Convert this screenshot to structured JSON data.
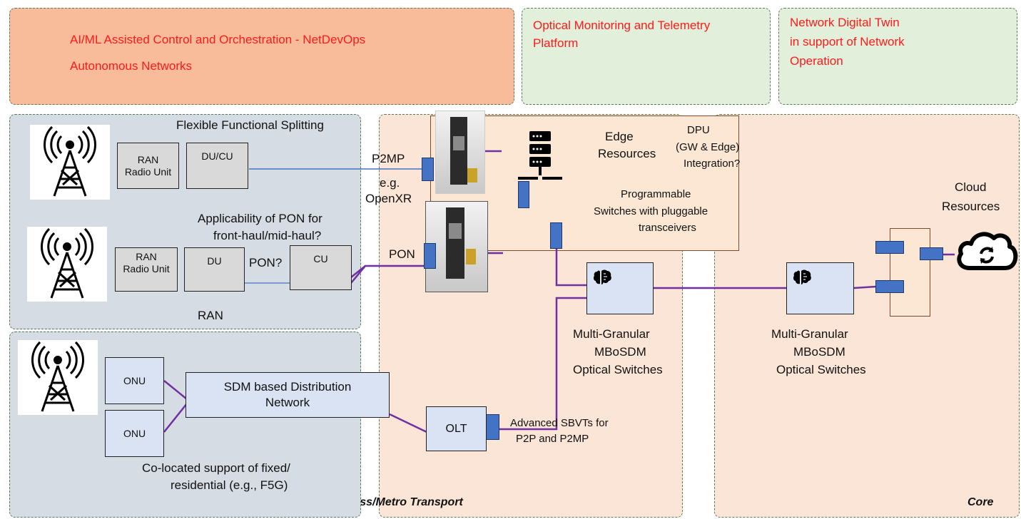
{
  "top": {
    "ai": {
      "line1": "AI/ML Assisted Control and Orchestration - NetDevOps",
      "line2": "Autonomous Networks"
    },
    "optical": {
      "line1": "Optical Monitoring and Telemetry",
      "line2": "Platform"
    },
    "twin": {
      "line1": "Network Digital Twin",
      "line2": "in support of Network",
      "line3": "Operation"
    }
  },
  "ran": {
    "title": "Flexible Functional Splitting",
    "radio_unit_1": {
      "l1": "RAN",
      "l2": "Radio Unit"
    },
    "ducu": "DU/CU",
    "pon_question": {
      "l1": "Applicability of PON for",
      "l2": "front-haul/mid-haul?"
    },
    "radio_unit_2": {
      "l1": "RAN",
      "l2": "Radio Unit"
    },
    "du": "DU",
    "pon_q": "PON?",
    "cu": "CU",
    "label": "RAN"
  },
  "fixed": {
    "onu1": "ONU",
    "onu2": "ONU",
    "sdm": {
      "l1": "SDM based Distribution",
      "l2": "Network"
    },
    "colocated": {
      "l1": "Co-located support of fixed/",
      "l2": "residential (e.g., F5G)"
    }
  },
  "access": {
    "p2mp": {
      "l1": "P2MP",
      "l2": "e.g.",
      "l3": "OpenXR"
    },
    "pon": "PON",
    "edge": {
      "l1": "Edge",
      "l2": "Resources"
    },
    "dpu": {
      "l1": "DPU",
      "l2": "(GW & Edge)",
      "l3": "Integration?"
    },
    "prog": {
      "l1": "Programmable",
      "l2": "Switches  with pluggable",
      "l3": "transceivers"
    },
    "switch": {
      "l1": "Multi-Granular",
      "l2": "MBoSDM",
      "l3": "Optical Switches"
    },
    "olt": "OLT",
    "sbvt": {
      "l1": "Advanced SBVTs for",
      "l2": "P2P and P2MP"
    },
    "label": "Access/Metro Transport"
  },
  "core": {
    "switch": {
      "l1": "Multi-Granular",
      "l2": "MBoSDM",
      "l3": "Optical Switches"
    },
    "cloud": {
      "l1": "Cloud",
      "l2": "Resources"
    },
    "label": "Core"
  },
  "icons": [
    "antenna-tower-icon",
    "server-rack-icon",
    "brain-icon",
    "cloud-sync-icon",
    "network-card-icon"
  ],
  "colors": {
    "ai_bg": "#f8bc9a",
    "green_bg": "#e2efda",
    "ran_bg": "#d6dce4",
    "orange_bg": "#fbe5d6",
    "port": "#4472c4",
    "link": "#7030a0",
    "red_text": "#ff1a1a"
  }
}
